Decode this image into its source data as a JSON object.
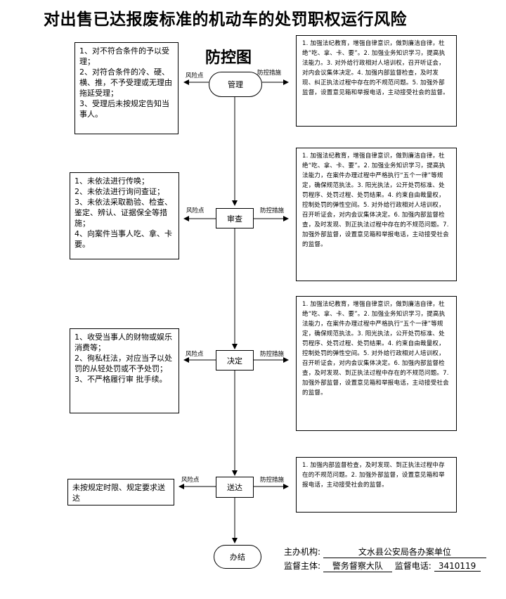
{
  "title": "对出售已达报废标准的机动车的处罚职权运行风险",
  "subtitle": "防控图",
  "labels": {
    "risk": "风险点",
    "control": "防控措施"
  },
  "steps": [
    {
      "name": "管理",
      "risk_text": "1、对不符合条件的予以受理；\n2、对符合条件的冷、硬、横、推，不予受理或无理由拖延受理；\n3、受理后未按规定告知当事人。",
      "control_text": "1. 加强法纪教育，增强自律意识，做到廉洁自律，杜绝“吃、拿、卡、要”。2. 加强业务知识学习，提高执法能力。3. 对外给行政相对人培训权，召开听证会，对内会议集体决定。4. 加强内部监督检查，及时发现、纠正执法过程中存在的不规范问题。5. 加强外部监督，设置意见箱和举报电话，主动接受社会的监督。"
    },
    {
      "name": "审查",
      "risk_text": "1、未依法进行传唤；\n2、未依法进行询问查证；\n3、未依法采取勘验、检查、鉴定、辨认、证据保全等措施；\n4、向案件当事人吃、拿、卡要。",
      "control_text": "1. 加强法纪教育，增强自律意识，做到廉洁自律，杜绝“吃、拿、卡、要”。2. 加强业务知识学习，提高执法能力，在案件办理过程中严格执行“五个一律”等规定，确保规范执法。3. 阳光执法，公开处罚标准、处罚程序、处罚过程、处罚结果。4. 约束自由裁量权，控制处罚的弹性空间。5. 对外给行政相对人培训权，召开听证会，对内会议集体决定。6. 加强内部监督检查，及时发现、到正执法过程中存在的不规范问题。7. 加强外部监督，设置意见箱和举报电话，主动接受社会的监督。"
    },
    {
      "name": "决定",
      "risk_text": "1、收受当事人的财物或娱乐消费等；\n2、徇私枉法，对应当予以处罚的从轻处罚或不予处罚；\n3、不严格履行审 批手续。",
      "control_text": "1. 加强法纪教育，增强自律意识，做到廉洁自律，杜绝“吃、拿、卡、要”。2. 加强业务知识学习，提高执法能力，在案件办理过程中严格执行“五个一律”等规定，确保规范执法。3. 阳光执法，公开处罚标准、处罚程序、处罚过程、处罚结果。4. 约束自由裁量权，控制处罚的弹性空间。5. 对外给行政相对人培训权，召开听证会，对内会议集体决定。6. 加强内部监督检查，及时发现、到正执法过程中存在的不规范问题。7. 加强外部监督，设置意见箱和举报电话，主动接受社会的监督。"
    },
    {
      "name": "送达",
      "risk_text": "未按规定时限、规定要求送达",
      "control_text": "1. 加强内部监督检查，及时发现、到正执法过程中存在的不规范问题。2. 加强外部监督，设置意见箱和举报电话，主动接受社会的监督。"
    }
  ],
  "end_node": "办结",
  "footer": {
    "host_label": "主办机构:",
    "host_value": "文水县公安局各办案单位",
    "supervisor_label": "监督主体:",
    "supervisor_value": "警务督察大队",
    "phone_label": "监督电话:",
    "phone_value": "3410119"
  }
}
